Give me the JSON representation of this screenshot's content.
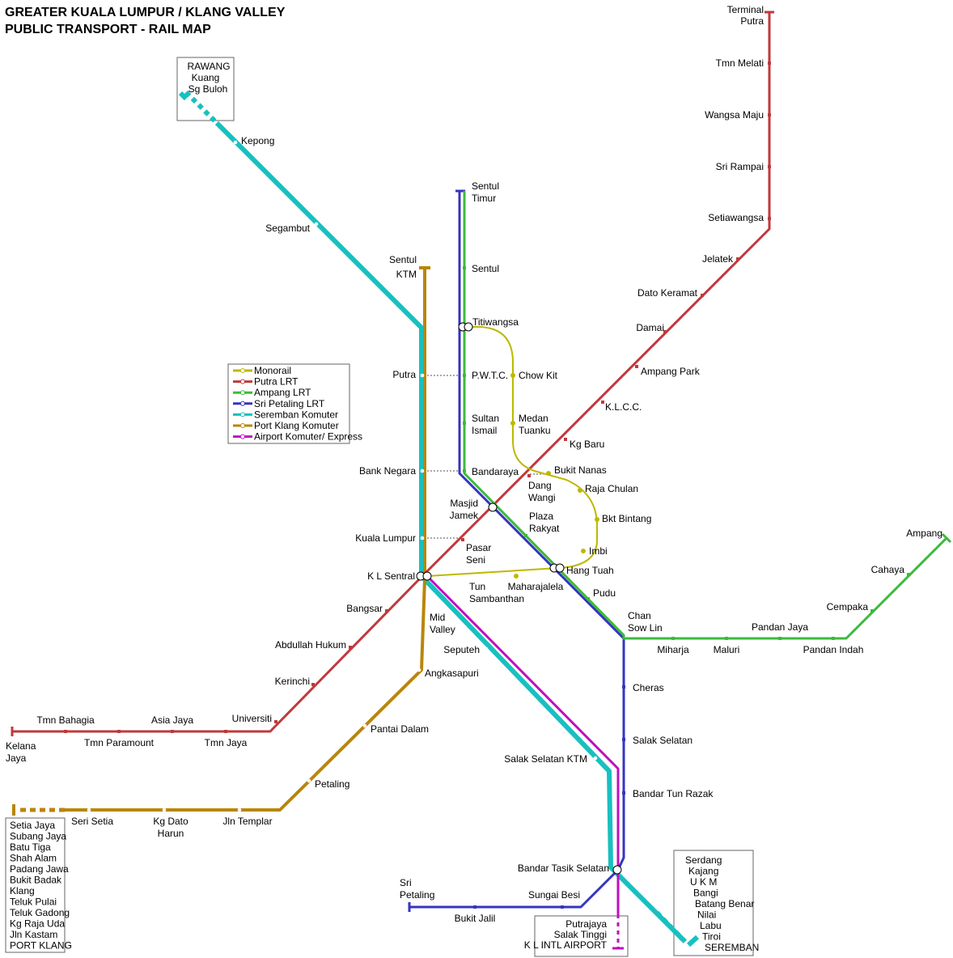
{
  "title": {
    "line1": "GREATER KUALA LUMPUR / KLANG VALLEY",
    "line2": "PUBLIC TRANSPORT - RAIL MAP"
  },
  "colors": {
    "monorail": "#bdb800",
    "putra": "#c0393b",
    "ampang": "#3cba3c",
    "sri_petaling": "#3535c0",
    "seremban": "#18c0c0",
    "port_klang": "#b8860b",
    "airport": "#bf0fbf"
  },
  "legend": [
    {
      "label": "Monorail",
      "color": "#bdb800"
    },
    {
      "label": "Putra LRT",
      "color": "#c0393b"
    },
    {
      "label": "Ampang LRT",
      "color": "#3cba3c"
    },
    {
      "label": "Sri Petaling LRT",
      "color": "#3535c0"
    },
    {
      "label": "Seremban Komuter",
      "color": "#18c0c0"
    },
    {
      "label": "Port Klang Komuter",
      "color": "#b8860b"
    },
    {
      "label": "Airport Komuter/ Express",
      "color": "#bf0fbf"
    }
  ],
  "stations": {
    "terminal_putra": [
      "Terminal",
      "Putra"
    ],
    "tmn_melati": "Tmn Melati",
    "wangsa_maju": "Wangsa Maju",
    "sri_rampai": "Sri Rampai",
    "setiawangsa": "Setiawangsa",
    "jelatek": "Jelatek",
    "dato_keramat": "Dato Keramat",
    "damai": "Damai",
    "ampang_park": "Ampang Park",
    "klcc": "K.L.C.C.",
    "kg_baru": "Kg Baru",
    "dang_wangi": [
      "Dang",
      "Wangi"
    ],
    "masjid_jamek": [
      "Masjid",
      "Jamek"
    ],
    "pasar_seni": [
      "Pasar",
      "Seni"
    ],
    "kl_sentral": "K L Sentral",
    "bangsar": "Bangsar",
    "abdullah_hukum": "Abdullah Hukum",
    "kerinchi": "Kerinchi",
    "universiti": "Universiti",
    "tmn_jaya": "Tmn Jaya",
    "asia_jaya": "Asia Jaya",
    "tmn_paramount": "Tmn Paramount",
    "tmn_bahagia": "Tmn Bahagia",
    "kelana_jaya": [
      "Kelana",
      "Jaya"
    ],
    "sentul_timur": [
      "Sentul",
      "Timur"
    ],
    "sentul": "Sentul",
    "titiwangsa": "Titiwangsa",
    "pwtc": "P.W.T.C.",
    "sultan_ismail": [
      "Sultan",
      "Ismail"
    ],
    "bandaraya": "Bandaraya",
    "plaza_rakyat": [
      "Plaza",
      "Rakyat"
    ],
    "hang_tuah": "Hang Tuah",
    "pudu": "Pudu",
    "chan_sow_lin": [
      "Chan",
      "Sow Lin"
    ],
    "miharja": "Miharja",
    "maluri": "Maluri",
    "pandan_jaya": "Pandan Jaya",
    "pandan_indah": "Pandan Indah",
    "cempaka": "Cempaka",
    "cahaya": "Cahaya",
    "ampang": "Ampang",
    "cheras": "Cheras",
    "salak_selatan": "Salak Selatan",
    "bandar_tun_razak": "Bandar Tun Razak",
    "bandar_tasik_selatan": "Bandar Tasik Selatan",
    "sungai_besi": "Sungai Besi",
    "bukit_jalil": "Bukit Jalil",
    "sri_petaling": [
      "Sri",
      "Petaling"
    ],
    "chow_kit": "Chow Kit",
    "medan_tuanku": [
      "Medan",
      "Tuanku"
    ],
    "bukit_nanas": "Bukit Nanas",
    "raja_chulan": "Raja Chulan",
    "bkt_bintang": "Bkt Bintang",
    "imbi": "Imbi",
    "maharajalela": "Maharajalela",
    "tun_sambanthan": [
      "Tun",
      "Sambanthan"
    ],
    "kepong": "Kepong",
    "segambut": "Segambut",
    "putra_ktm": "Putra",
    "bank_negara": "Bank Negara",
    "kuala_lumpur": "Kuala Lumpur",
    "mid_valley": [
      "Mid",
      "Valley"
    ],
    "seputeh": "Seputeh",
    "salak_selatan_ktm": "Salak Selatan KTM",
    "sentul_ktm": [
      "Sentul",
      "KTM"
    ],
    "angkasapuri": "Angkasapuri",
    "pantai_dalam": "Pantai Dalam",
    "petaling": "Petaling",
    "jln_templar": "Jln Templar",
    "kg_dato_harun": [
      "Kg Dato",
      "Harun"
    ],
    "seri_setia": "Seri Setia"
  },
  "boxes": {
    "rawang": [
      "RAWANG",
      "Kuang",
      "Sg Buloh"
    ],
    "port_klang": [
      "Setia Jaya",
      "Subang Jaya",
      "Batu Tiga",
      "Shah Alam",
      "Padang Jawa",
      "Bukit Badak",
      "Klang",
      "Teluk Pulai",
      "Teluk Gadong",
      "Kg Raja Uda",
      "Jln Kastam",
      "PORT KLANG"
    ],
    "seremban": [
      "Serdang",
      "Kajang",
      "U K M",
      "Bangi",
      "Batang Benar",
      "Nilai",
      "Labu",
      "Tiroi",
      "SEREMBAN"
    ],
    "airport": [
      "Putrajaya",
      "Salak Tinggi",
      "K L INTL AIRPORT"
    ]
  }
}
